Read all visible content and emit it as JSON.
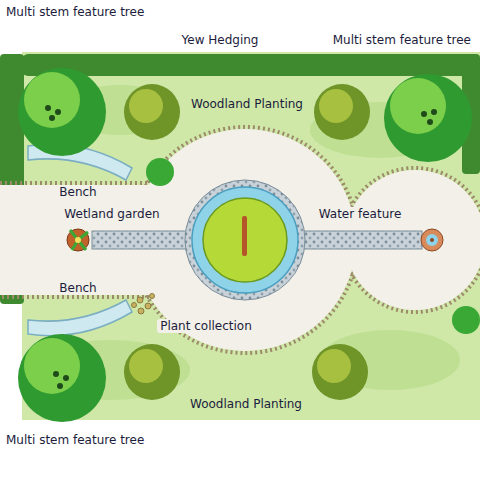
{
  "diagram": {
    "labels": [
      "Multi stem feature tree",
      "Yew Hedging",
      "Multi stem feature tree",
      "Woodland Planting",
      "Bench",
      "Wetland garden",
      "Water feature",
      "Bench",
      "Plant collection",
      "Woodland Planting",
      "Multi stem feature tree"
    ]
  }
}
